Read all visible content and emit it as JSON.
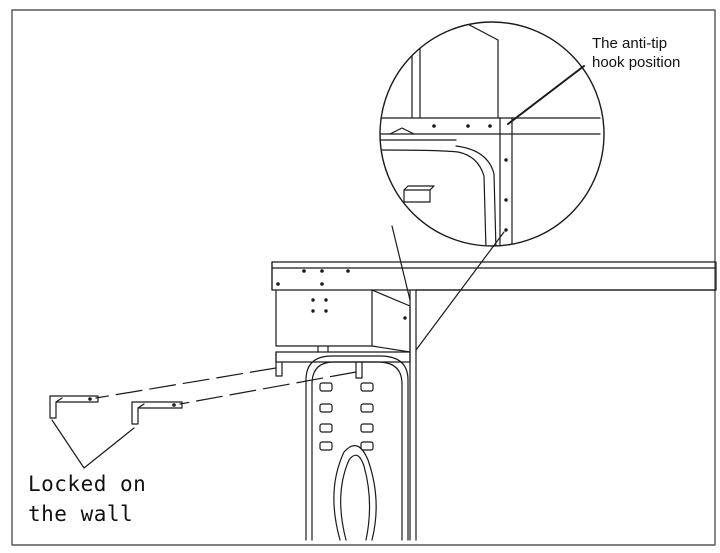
{
  "labels": {
    "hook_line1": "The anti-tip",
    "hook_line2": "hook position",
    "wall_line1": "Locked on",
    "wall_line2": "the wall"
  },
  "colors": {
    "line": "#1a1a1a",
    "frame": "#555555",
    "background": "#ffffff"
  }
}
